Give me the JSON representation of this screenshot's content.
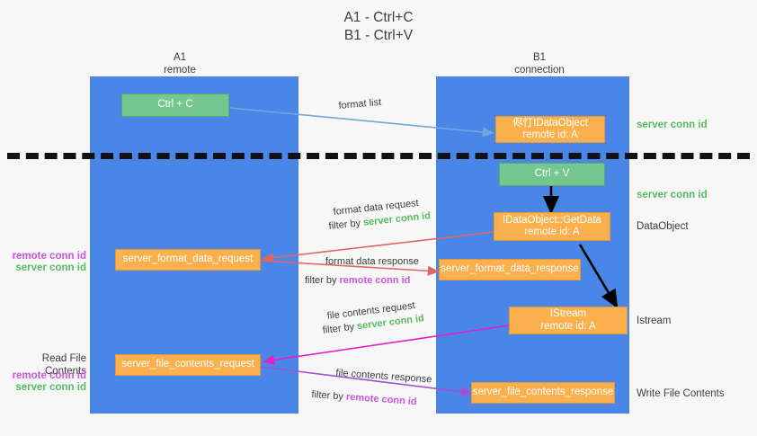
{
  "title": "A1 - Ctrl+C\nB1 - Ctrl+V",
  "lanes": [
    {
      "name": "A1",
      "sub": "remote",
      "header": "A1\nremote"
    },
    {
      "name": "B1",
      "sub": "connection",
      "header": "B1\nconnection"
    }
  ],
  "boxes": {
    "ctrl_c": "Ctrl + C",
    "ctrl_v": "Ctrl + V",
    "idataobject_top": "侭忊IDataObject\nremote id: A",
    "idataobject_getdata": "IDataObject::GetData\nremote id: A",
    "istream": "IStream\nremote id: A",
    "server_format_data_request": "server_format_data_request",
    "server_format_data_response": "server_format_data_response",
    "server_file_contents_request": "server_file_contents_request",
    "server_file_contents_response": "server_file_contents_response"
  },
  "right_labels": {
    "server_conn_id_top": "server conn id",
    "server_conn_id_second": "server conn id",
    "dataobject": "DataObject",
    "istream": "Istream",
    "write_file_contents": "Write File Contents"
  },
  "left_labels": {
    "remote_conn_id_1": "remote conn id",
    "server_conn_id_1": "server conn id",
    "read_file_contents": "Read File Contents",
    "remote_conn_id_2": "remote conn id",
    "server_conn_id_2": "server conn id"
  },
  "arrows": {
    "format_list": "format list",
    "format_data_request": "format data request",
    "filter_by": "filter by ",
    "server_conn_id": "server conn id",
    "remote_conn_id": "remote conn id",
    "format_data_response": "format data response",
    "file_contents_request": "file contents request",
    "file_contents_response": "file contents response"
  },
  "colors": {
    "lane": "#4a86e8",
    "green_box": "#76c68f",
    "orange_box": "#fbb04e",
    "server_conn": "#57bb63",
    "remote_conn": "#c957d8",
    "arrow_blue": "#6fa8dc",
    "arrow_red": "#e06666",
    "arrow_black": "#000000",
    "arrow_magenta": "#e91ec4",
    "arrow_purple": "#a64fd6"
  }
}
